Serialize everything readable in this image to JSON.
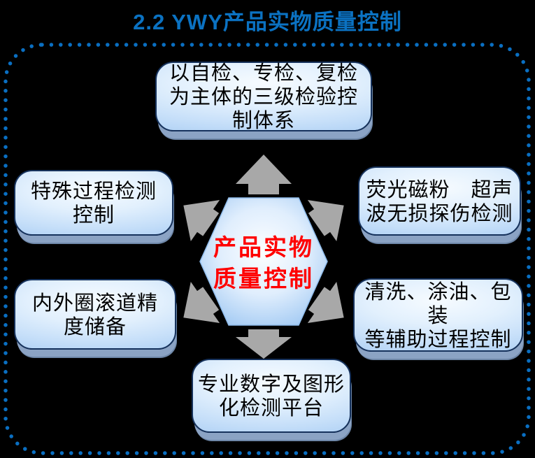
{
  "title": "2.2 YWY产品实物质量控制",
  "center": {
    "lines": [
      "产品实物",
      "质量控制"
    ]
  },
  "boxes": [
    {
      "id": "three-level-inspection",
      "lines": [
        "以自检、专检、复检",
        "为主体的三级检验控",
        "制体系"
      ]
    },
    {
      "id": "special-process",
      "lines": [
        "特殊过程检测",
        "控制"
      ]
    },
    {
      "id": "ndt-detection",
      "lines": [
        "荧光磁粉　超声",
        "波无损探伤检测"
      ]
    },
    {
      "id": "raceway-precision",
      "lines": [
        "内外圈滚道精",
        "度储备"
      ]
    },
    {
      "id": "auxiliary-process",
      "lines": [
        "清洗、涂油、包装",
        "等辅助过程控制"
      ]
    },
    {
      "id": "digital-platform",
      "lines": [
        "专业数字及图形",
        "化检测平台"
      ]
    }
  ],
  "colors": {
    "background": "#000000",
    "title_blue": "#0B72C2",
    "dotted_border_blue": "#0A6FC2",
    "arrow_gray": "#A8A8A8",
    "hexagon_edge_blue": "#9CC6F2",
    "box_fill_light": "#F6FBFF",
    "box_fill_deep": "#A3C9F2",
    "box_border_navy": "#16325C",
    "box_bevel_blue": "#8BA3C4",
    "center_text_red": "#FF0000",
    "box_text_black": "#000000"
  }
}
